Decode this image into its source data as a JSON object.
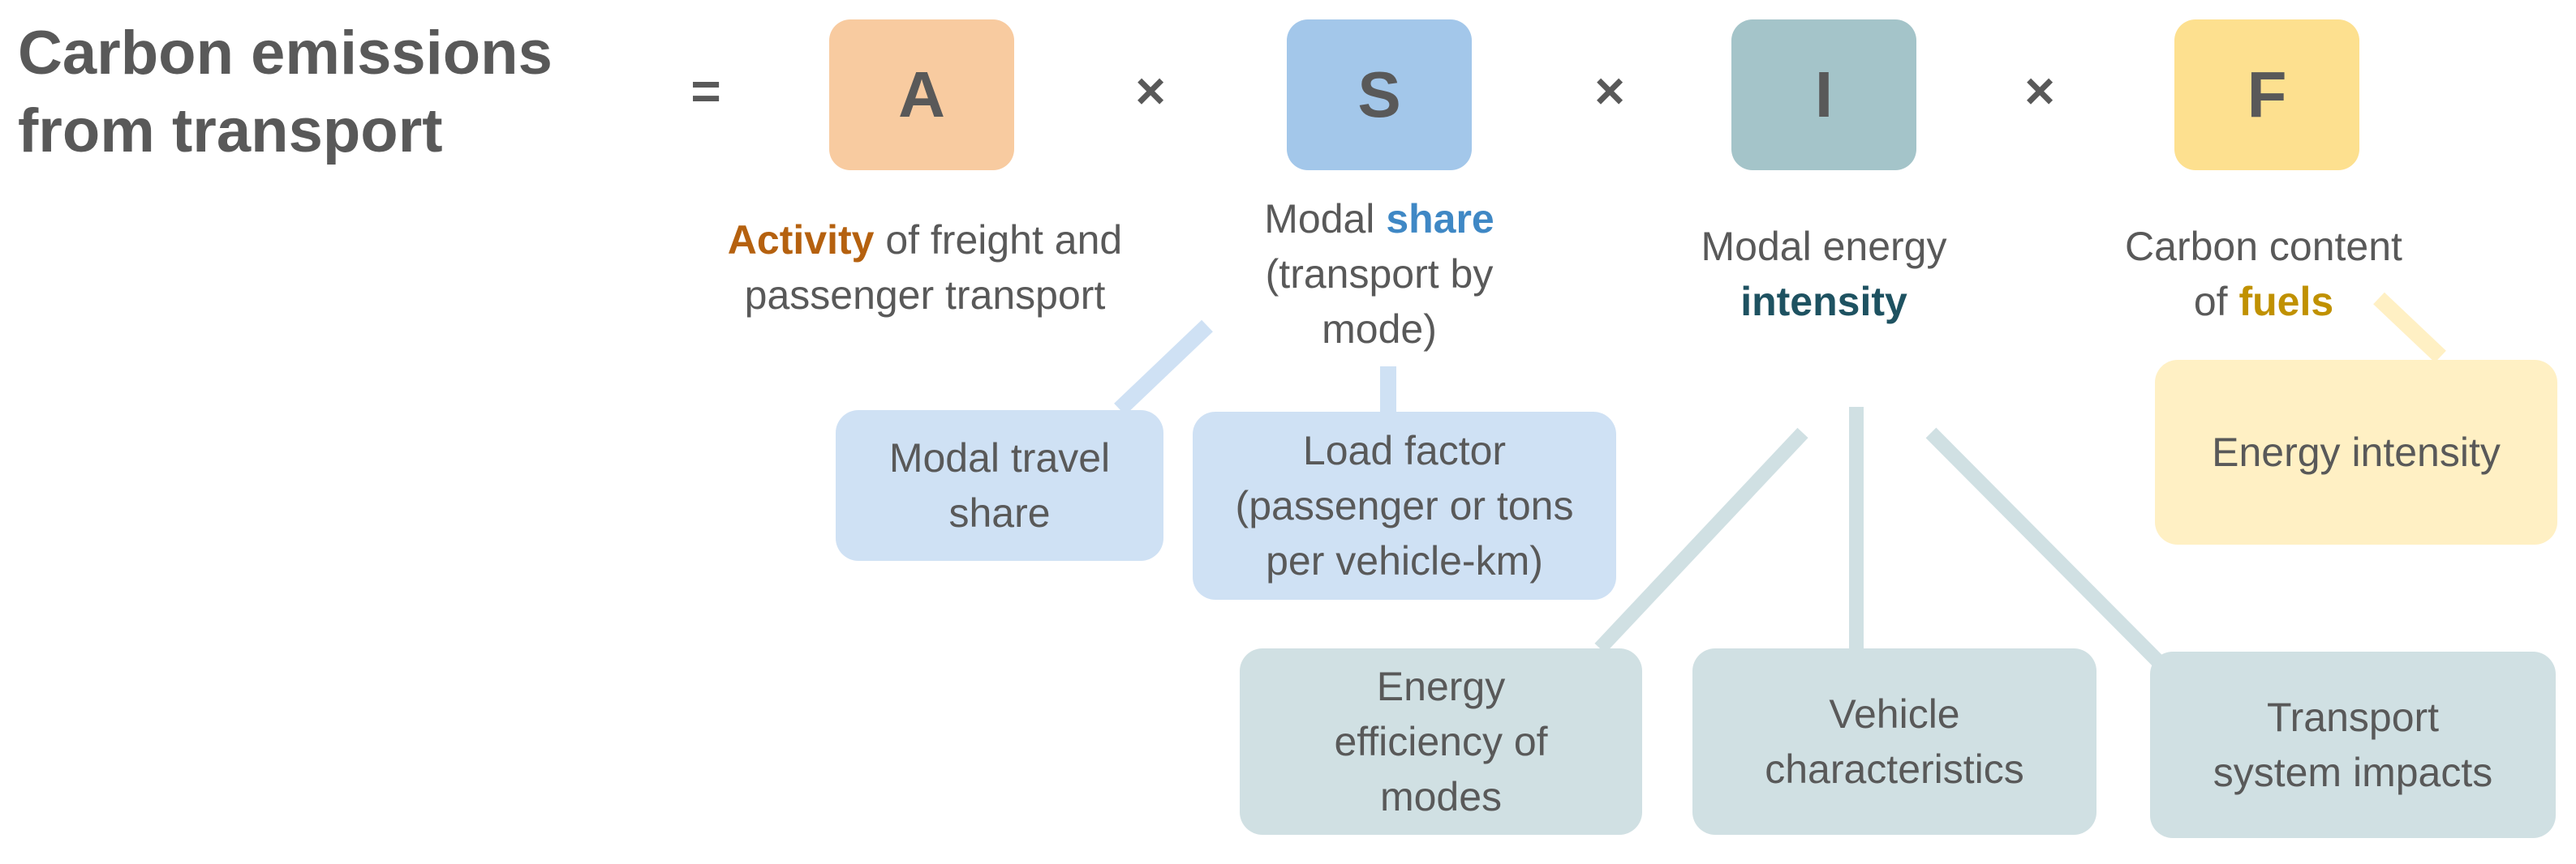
{
  "title": "Carbon emissions from transport",
  "operators": {
    "equals": "=",
    "times": "×"
  },
  "factors": [
    {
      "letter": "A",
      "caption_highlight": "Activity",
      "caption_rest": " of freight and passenger transport",
      "box_color": "#f8cba0",
      "highlight_color": "#b5610f"
    },
    {
      "letter": "S",
      "caption_pre": "Modal ",
      "caption_highlight": "share",
      "caption_rest": "(transport by mode)",
      "box_color": "#a3c7ea",
      "highlight_color": "#3f88c5"
    },
    {
      "letter": "I",
      "caption_pre": "Modal energy",
      "caption_highlight": "intensity",
      "box_color": "#a4c4c9",
      "highlight_color": "#1e5261"
    },
    {
      "letter": "F",
      "caption_pre": "Carbon content",
      "caption_mid": "of ",
      "caption_highlight": "fuels",
      "box_color": "#fde08f",
      "highlight_color": "#c09100"
    }
  ],
  "sub_boxes": {
    "modal_travel_share": "Modal travel\nshare",
    "load_factor": "Load factor\n(passenger or tons\nper vehicle-km)",
    "energy_efficiency": "Energy\nefficiency of\nmodes",
    "vehicle_characteristics": "Vehicle\ncharacteristics",
    "transport_system_impacts": "Transport\nsystem impacts",
    "energy_intensity": "Energy intensity"
  },
  "colors": {
    "text": "#595959",
    "share_light": "#cfe1f4",
    "intensity_light": "#d0e0e3",
    "fuels_light": "#fff0c4"
  }
}
